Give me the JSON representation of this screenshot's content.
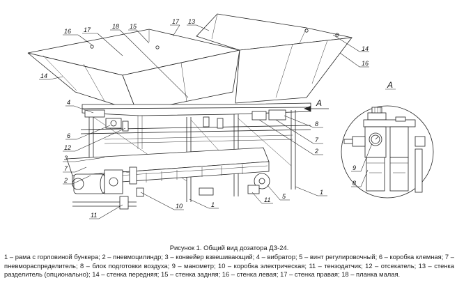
{
  "figure": {
    "title": "Рисунок 1. Общий вид дозатора ДЗ-24.",
    "legend": "1 – рама с горловиной бункера; 2 – пневмоцилиндр; 3 – конвейер взвешивающий; 4 – вибратор; 5 – винт регулировочный; 6 – коробка клемная; 7 – пневмораспределитель; 8 – блок подготовки воздуха; 9 – манометр; 10 – коробка электрическая; 11 – тензодатчик; 12 – отсекатель; 13 – стенка разделитель (опционально); 14 – стенка передняя; 15 – стенка задняя; 16 – стенка левая; 17 – стенка правая; 18 – планка малая."
  },
  "callouts": {
    "main": {
      "c16a": "16",
      "c17a": "17",
      "c18": "18",
      "c15": "15",
      "c17b": "17",
      "c13": "13",
      "c14a": "14",
      "c16b": "16",
      "c14b": "14",
      "c4": "4",
      "c6": "6",
      "c12": "12",
      "c3": "3",
      "c7a": "7",
      "c2a": "2",
      "c11a": "11",
      "c10": "10",
      "c1a": "1",
      "c11b": "11",
      "c5": "5",
      "c1b": "1",
      "c8": "8",
      "c7b": "7",
      "c2b": "2"
    },
    "view_arrow": "A",
    "detail_view": {
      "title": "А",
      "c9": "9",
      "c8": "8"
    }
  }
}
